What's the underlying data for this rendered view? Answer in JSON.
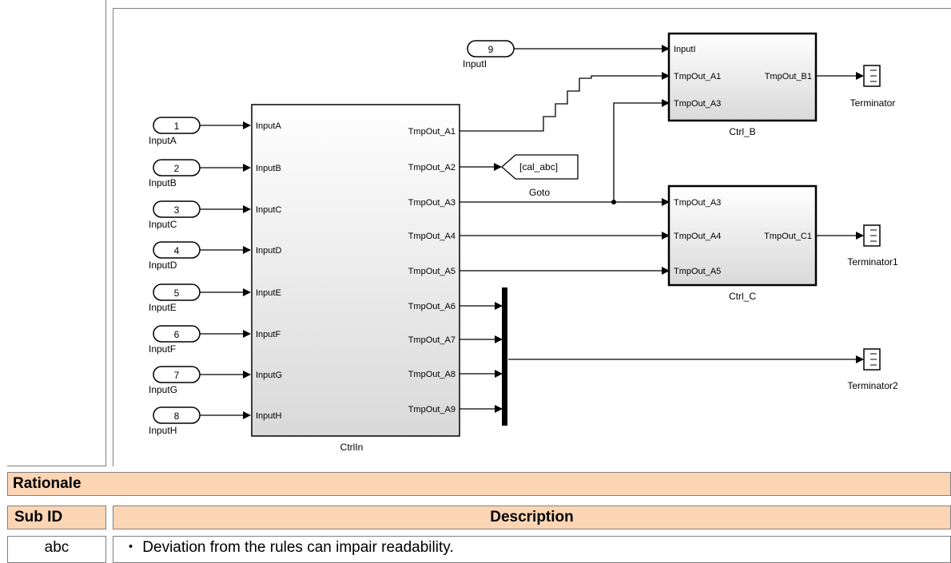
{
  "diagram": {
    "input_ports": [
      {
        "number": "1",
        "name": "InputA"
      },
      {
        "number": "2",
        "name": "InputB"
      },
      {
        "number": "3",
        "name": "InputC"
      },
      {
        "number": "4",
        "name": "InputD"
      },
      {
        "number": "5",
        "name": "InputE"
      },
      {
        "number": "6",
        "name": "InputF"
      },
      {
        "number": "7",
        "name": "InputG"
      },
      {
        "number": "8",
        "name": "InputH"
      }
    ],
    "input_i": {
      "number": "9",
      "name": "InputI"
    },
    "ctrlin": {
      "name": "CtrlIn",
      "inputs": [
        "InputA",
        "InputB",
        "InputC",
        "InputD",
        "InputE",
        "InputF",
        "InputG",
        "InputH"
      ],
      "outputs": [
        "TmpOut_A1",
        "TmpOut_A2",
        "TmpOut_A3",
        "TmpOut_A4",
        "TmpOut_A5",
        "TmpOut_A6",
        "TmpOut_A7",
        "TmpOut_A8",
        "TmpOut_A9"
      ]
    },
    "goto": {
      "tag": "[cal_abc]",
      "name": "Goto"
    },
    "ctrl_b": {
      "name": "Ctrl_B",
      "inputs": [
        "InputI",
        "TmpOut_A1",
        "TmpOut_A3"
      ],
      "output": "TmpOut_B1"
    },
    "ctrl_c": {
      "name": "Ctrl_C",
      "inputs": [
        "TmpOut_A3",
        "TmpOut_A4",
        "TmpOut_A5"
      ],
      "output": "TmpOut_C1"
    },
    "terminators": [
      "Terminator",
      "Terminator1",
      "Terminator2"
    ]
  },
  "table": {
    "rationale_label": "Rationale",
    "sub_id_header": "Sub ID",
    "description_header": "Description",
    "rows": [
      {
        "sub_id": "abc",
        "description": "・ Deviation from the rules can impair readability."
      }
    ]
  }
}
